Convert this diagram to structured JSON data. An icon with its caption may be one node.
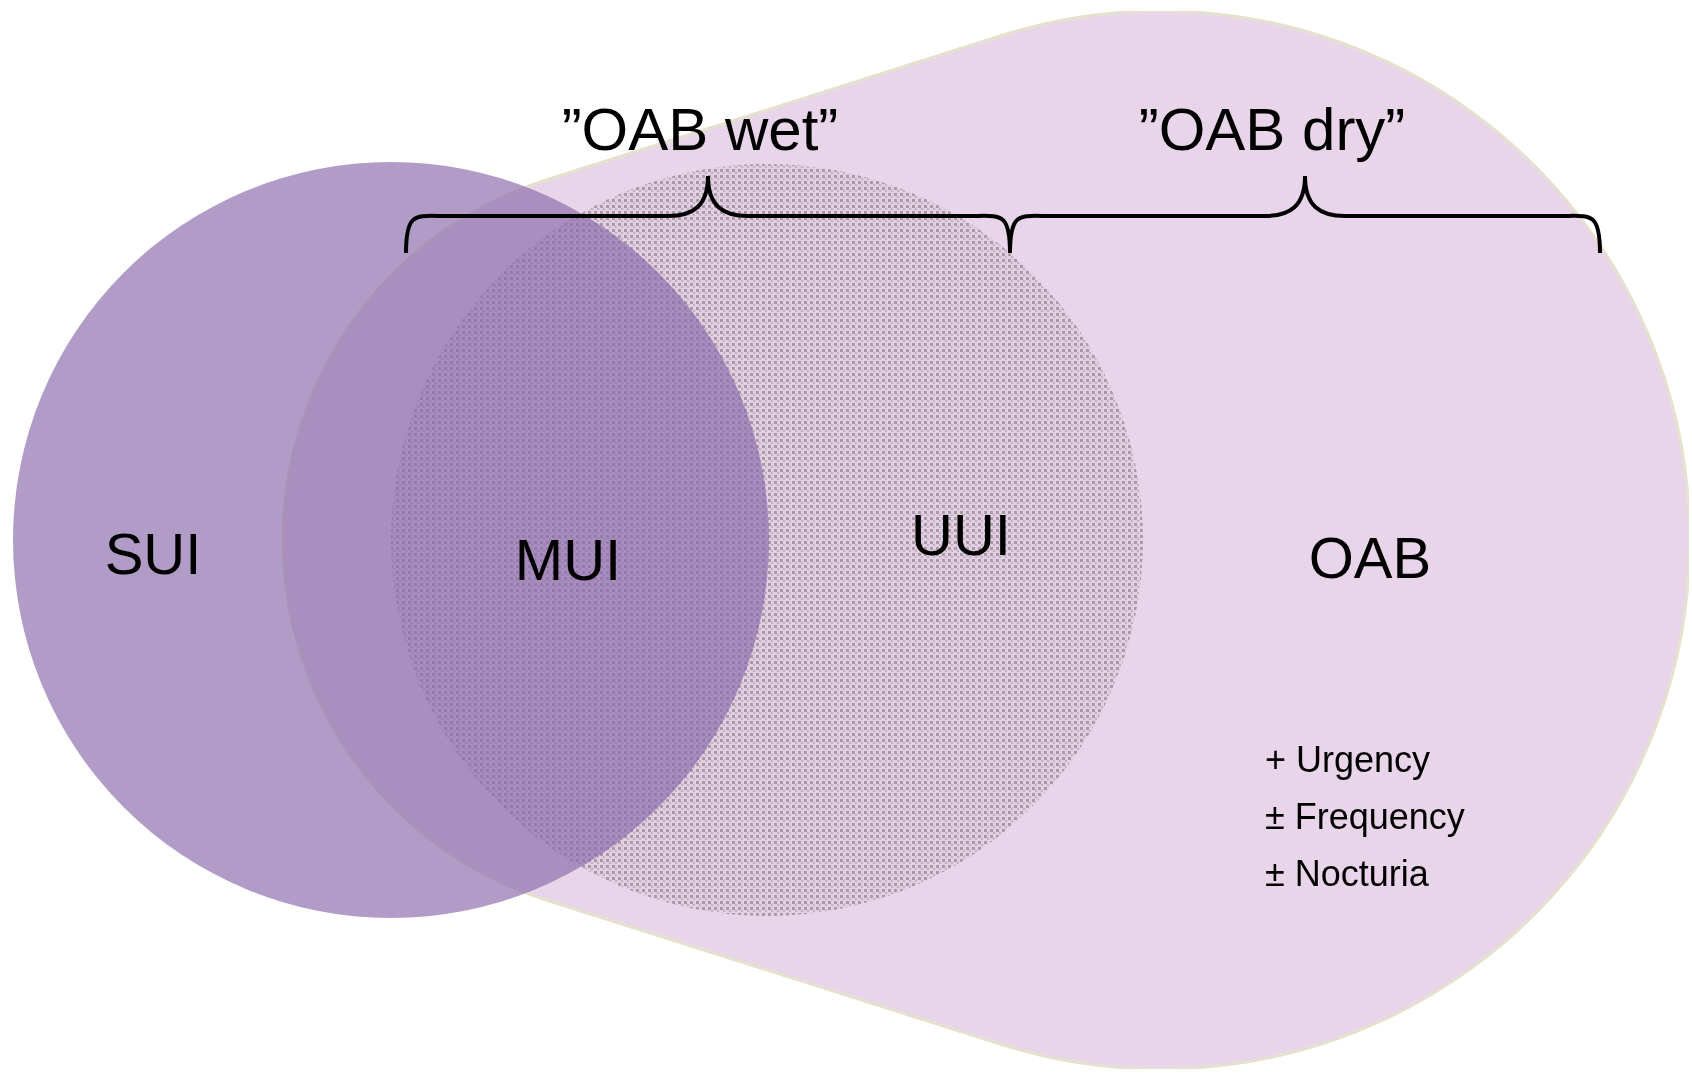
{
  "diagram": {
    "nodes": [
      {
        "text": [
          "SUI"
        ]
      },
      {
        "text": [
          "OAB",
          "+ Urgency",
          "± Frequency",
          "± Nocturia"
        ]
      },
      {
        "text": [
          "UUI"
        ],
        "in": 1
      }
    ],
    "labels": [
      "”OAB wet”",
      "”OAB dry”",
      "MUI"
    ]
  }
}
